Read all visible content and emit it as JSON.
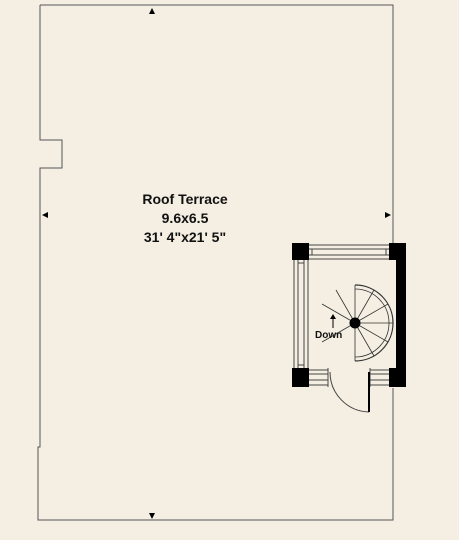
{
  "plan": {
    "rooms": [
      {
        "name": "Roof Terrace",
        "size_metric": "9.6x6.5",
        "size_imperial": "31' 4\"x21' 5\""
      }
    ],
    "stair_label": "Down",
    "colors": {
      "background": "#f4efe2",
      "wall_line": "#555555",
      "fill_dark": "#000000",
      "text": "#111111"
    }
  }
}
